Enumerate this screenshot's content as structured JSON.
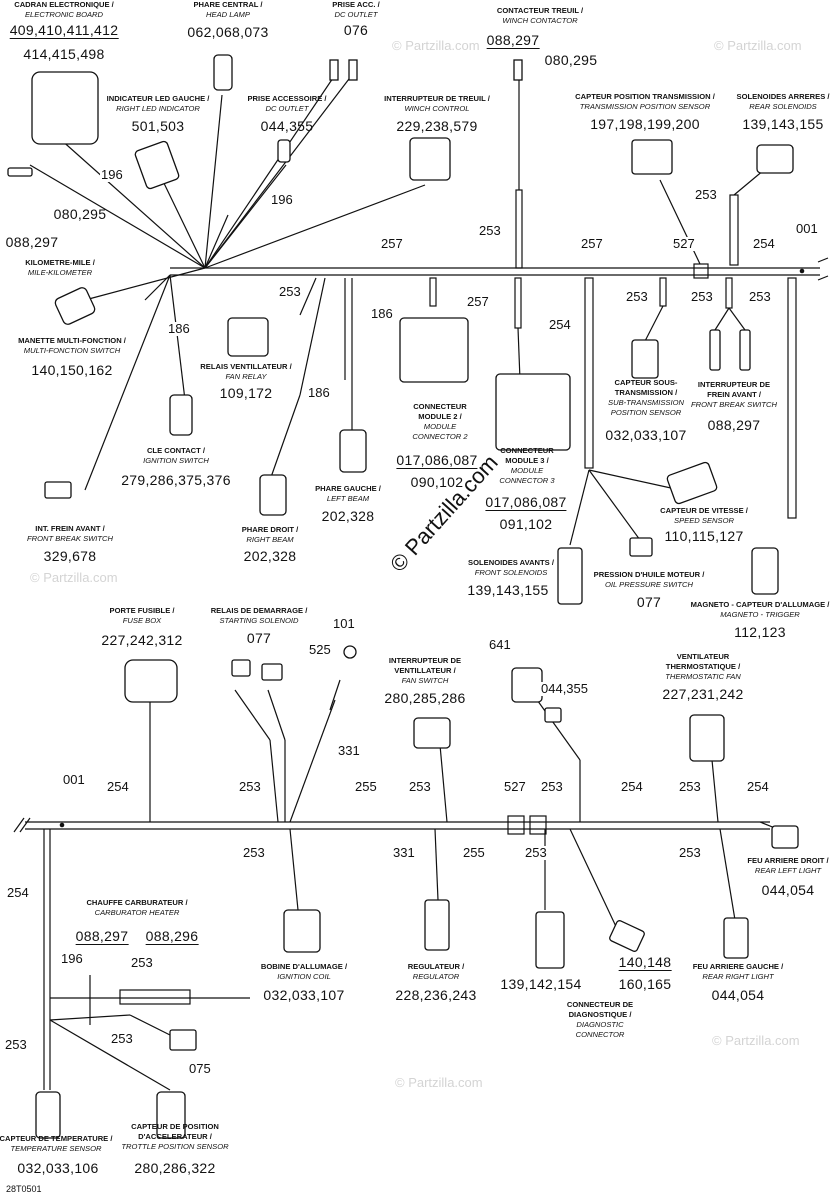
{
  "drawing_code": "28T0501",
  "watermarks": {
    "main": "© Partzilla.com",
    "faint": "© Partzilla.com"
  },
  "components": {
    "electronic_board": {
      "fr": "CADRAN ELECTRONIQUE /",
      "en": "ELECTRONIC BOARD",
      "refs1": "409,410,411,412",
      "refs2": "414,415,498"
    },
    "head_lamp": {
      "fr": "PHARE CENTRAL /",
      "en": "HEAD LAMP",
      "refs": "062,068,073"
    },
    "dc_outlet_top": {
      "fr": "PRISE ACC. /",
      "en": "DC OUTLET",
      "refs": "076"
    },
    "winch_contactor": {
      "fr": "CONTACTEUR TREUIL /",
      "en": "WINCH CONTACTOR",
      "refs1": "088,297",
      "refs2": "080,295"
    },
    "right_led": {
      "fr": "INDICATEUR LED GAUCHE /",
      "en": "RIGHT LED INDICATOR",
      "refs": "501,503"
    },
    "dc_outlet": {
      "fr": "PRISE ACCESSOIRE /",
      "en": "DC OUTLET",
      "refs": "044,355"
    },
    "winch_control": {
      "fr": "INTERRUPTEUR DE TREUIL /",
      "en": "WINCH CONTROL",
      "refs": "229,238,579"
    },
    "transmission_sensor": {
      "fr": "CAPTEUR POSITION TRANSMISSION /",
      "en": "TRANSMISSION POSITION SENSOR",
      "refs": "197,198,199,200"
    },
    "rear_solenoids": {
      "fr": "SOLENOIDES ARRERES /",
      "en": "REAR SOLENOIDS",
      "refs": "139,143,155"
    },
    "board_side": {
      "refs1": "080,295",
      "refs2": "088,297"
    },
    "mile_km": {
      "fr": "KILOMETRE-MILE /",
      "en": "MILE-KILOMETER"
    },
    "multi_switch": {
      "fr": "MANETTE MULTI-FONCTION /",
      "en": "MULTI-FONCTION SWITCH",
      "refs": "140,150,162"
    },
    "fan_relay": {
      "fr": "RELAIS VENTILLATEUR /",
      "en": "FAN RELAY",
      "refs": "109,172"
    },
    "module2": {
      "l1": "CONNECTEUR",
      "l2": "MODULE 2 /",
      "l3": "MODULE",
      "l4": "CONNECTOR 2",
      "refs1": "017,086,087",
      "refs2": "090,102"
    },
    "module3": {
      "l1": "CONNECTEUR",
      "l2": "MODULE 3 /",
      "l3": "MODULE",
      "l4": "CONNECTOR 3",
      "refs1": "017,086,087",
      "refs2": "091,102"
    },
    "sub_transmission": {
      "l1": "CAPTEUR SOUS-",
      "l2": "TRANSMISSION /",
      "l3": "SUB-TRANSMISSION",
      "l4": "POSITION SENSOR",
      "refs": "032,033,107"
    },
    "front_brake_sw_r": {
      "l1": "INTERRUPTEUR DE",
      "l2": "FREIN AVANT /",
      "l3": "FRONT BREAK SWITCH",
      "refs": "088,297"
    },
    "ignition_switch": {
      "fr": "CLE CONTACT /",
      "en": "IGNITION SWITCH",
      "refs": "279,286,375,376"
    },
    "left_beam": {
      "fr": "PHARE GAUCHE /",
      "en": "LEFT BEAM",
      "refs": "202,328"
    },
    "right_beam": {
      "fr": "PHARE DROIT /",
      "en": "RIGHT BEAM",
      "refs": "202,328"
    },
    "speed_sensor": {
      "fr": "CAPTEUR DE VITESSE /",
      "en": "SPEED SENSOR",
      "refs": "110,115,127"
    },
    "front_brake_sw_l": {
      "fr": "INT. FREIN AVANT /",
      "en": "FRONT BREAK SWITCH",
      "refs": "329,678"
    },
    "front_solenoids": {
      "fr": "SOLENOIDES AVANTS /",
      "en": "FRONT SOLENOIDS",
      "refs": "139,143,155"
    },
    "oil_pressure": {
      "fr": "PRESSION D'HUILE MOTEUR /",
      "en": "OIL PRESSURE SWITCH",
      "refs": "077"
    },
    "magneto": {
      "fr": "MAGNETO - CAPTEUR D'ALLUMAGE /",
      "en": "MAGNETO - TRIGGER",
      "refs": "112,123"
    },
    "fuse_box": {
      "fr": "PORTE FUSIBLE /",
      "en": "FUSE BOX",
      "refs": "227,242,312"
    },
    "starting_solenoid": {
      "fr": "RELAIS DE DEMARRAGE /",
      "en": "STARTING SOLENOID",
      "refs": "077"
    },
    "fan_switch": {
      "l1": "INTERRUPTEUR DE",
      "l2": "VENTILLATEUR /",
      "l3": "FAN SWITCH",
      "refs": "280,285,286"
    },
    "thermostatic_fan": {
      "l1": "VENTILATEUR",
      "l2": "THERMOSTATIQUE /",
      "l3": "THERMOSTATIC FAN",
      "refs": "227,231,242"
    },
    "rear_left_light": {
      "fr": "FEU ARRIERE DROIT /",
      "en": "REAR LEFT LIGHT",
      "refs": "044,054"
    },
    "carb_heater": {
      "fr": "CHAUFFE CARBURATEUR /",
      "en": "CARBURATOR HEATER",
      "refs1": "088,297",
      "refs2": "088,296"
    },
    "ignition_coil": {
      "fr": "BOBINE D'ALLUMAGE /",
      "en": "IGNITION COIL",
      "refs": "032,033,107"
    },
    "regulator": {
      "fr": "REGULATEUR /",
      "en": "REGULATOR",
      "refs": "228,236,243"
    },
    "bottom_conn": {
      "refs": "139,142,154"
    },
    "diag_conn": {
      "refs1": "140,148",
      "refs2": "160,165",
      "l1": "CONNECTEUR DE",
      "l2": "DIAGNOSTIQUE /",
      "l3": "DIAGNOSTIC",
      "l4": "CONNECTOR"
    },
    "rear_right_light": {
      "fr": "FEU ARRIERE GAUCHE /",
      "en": "REAR RIGHT LIGHT",
      "refs": "044,054"
    },
    "temp_sensor": {
      "fr": "CAPTEUR DE TEMPERATURE /",
      "en": "TEMPERATURE SENSOR",
      "refs": "032,033,106"
    },
    "throttle_sensor": {
      "l1": "CAPTEUR DE POSITION",
      "l2": "D'ACCELERATEUR /",
      "l3": "TROTTLE POSITION SENSOR",
      "refs": "280,286,322"
    }
  },
  "wires": {
    "w196a": "196",
    "w196b": "196",
    "w253a": "253",
    "w253b": "253",
    "w257a": "257",
    "w257b": "257",
    "w257c": "257",
    "w527a": "527",
    "w254a": "254",
    "w001a": "001",
    "w186a": "186",
    "w186b": "186",
    "w186c": "186",
    "w254b": "254",
    "w253c": "253",
    "w253d": "253",
    "w253e": "253",
    "w101": "101",
    "w525": "525",
    "w641": "641",
    "w331a": "331",
    "w001b": "001",
    "w254c": "254",
    "w253f": "253",
    "w255a": "255",
    "w253g": "253",
    "w527b": "527",
    "w253h": "253",
    "w254d": "254",
    "w253i": "253",
    "w254e": "254",
    "w254f": "254",
    "w253j": "253",
    "w331b": "331",
    "w255b": "255",
    "w253k": "253",
    "w253l": "253",
    "w196c": "196",
    "w253m": "253",
    "w253n": "253",
    "w253o": "253",
    "w075": "075"
  }
}
